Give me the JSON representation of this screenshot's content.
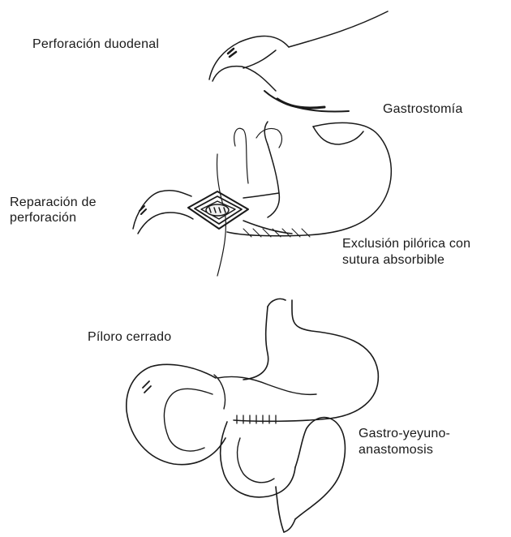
{
  "figure": {
    "line_color": "#1a1a1a",
    "fill_color": "#f2f2f2",
    "panels": [
      {
        "labels": [
          "Perforación duodenal",
          "Gastrostomía"
        ]
      },
      {
        "labels": [
          "Reparación de",
          "perforación",
          "Exclusión pilórica con",
          "sutura absorbible"
        ]
      },
      {
        "labels": [
          "Píloro cerrado",
          "Gastro-yeyuno-",
          "anastomosis"
        ]
      }
    ]
  }
}
